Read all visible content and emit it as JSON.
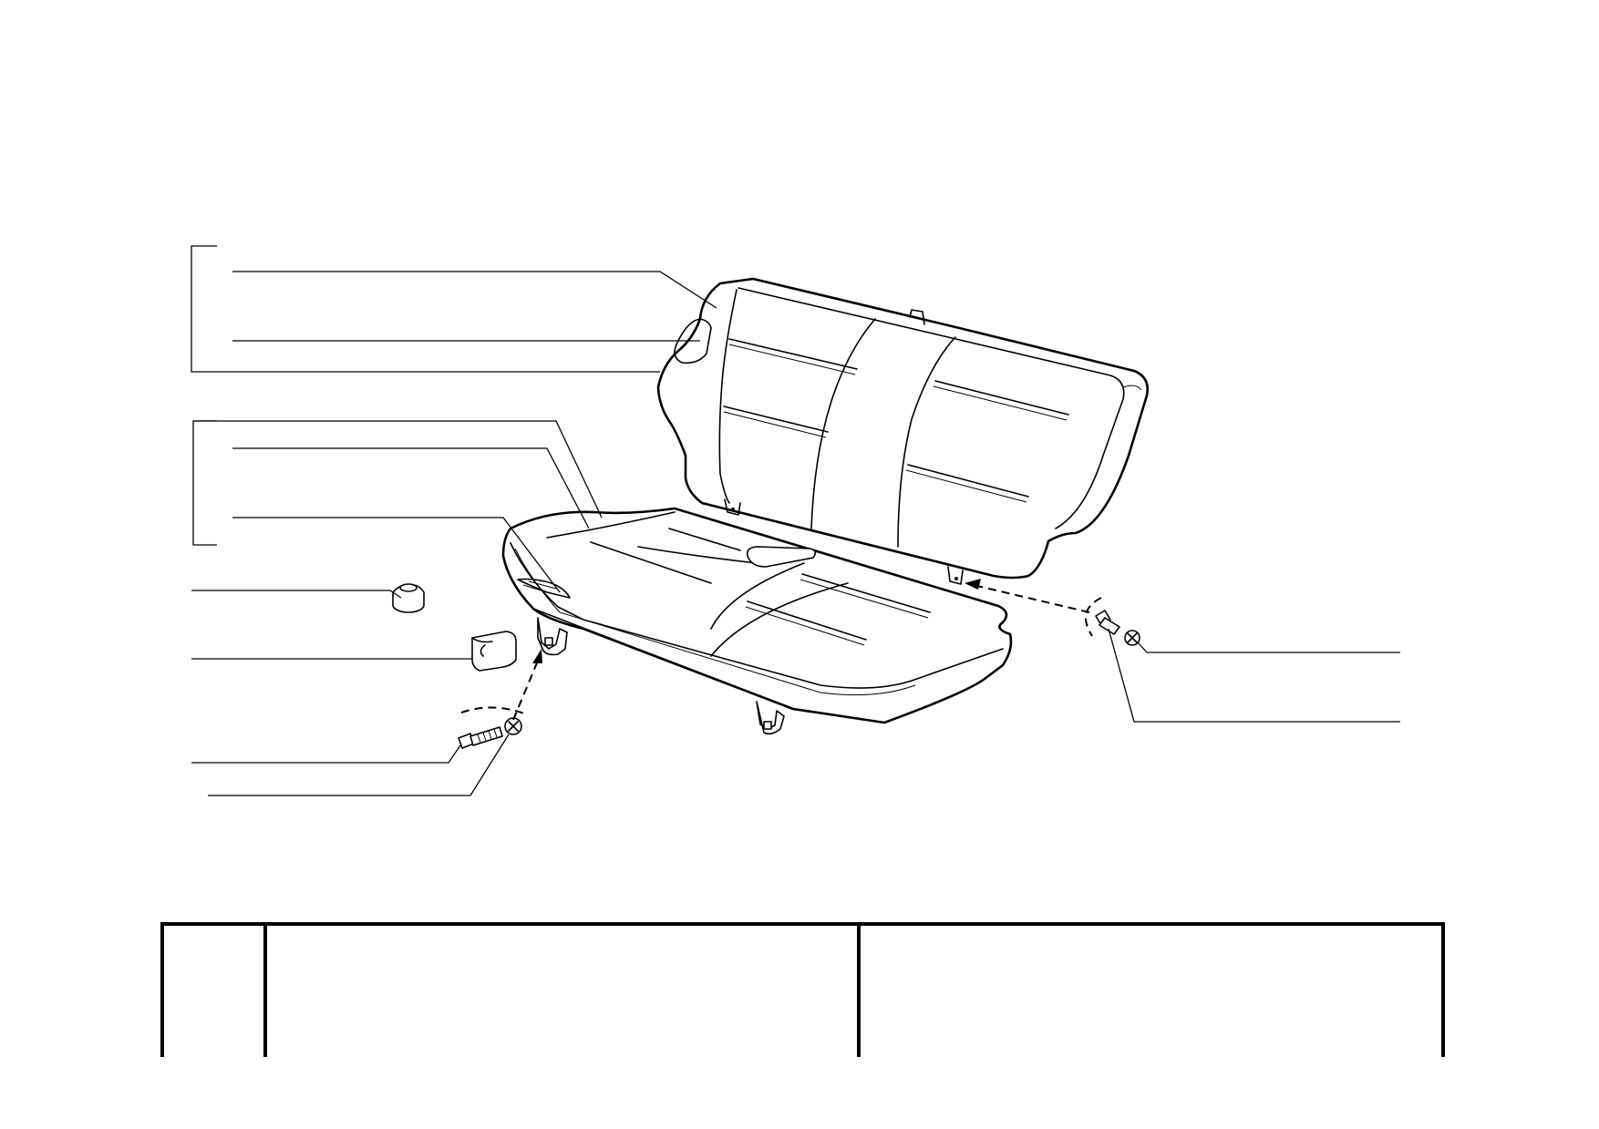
{
  "diagram": {
    "callouts": [],
    "parts": [
      "seat-backrest",
      "seat-cushion",
      "rubber-buffer",
      "bracket-clip",
      "bolt-left",
      "washer-left",
      "bolt-right",
      "washer-right"
    ]
  },
  "table": {
    "columns": [
      "",
      "",
      ""
    ]
  }
}
